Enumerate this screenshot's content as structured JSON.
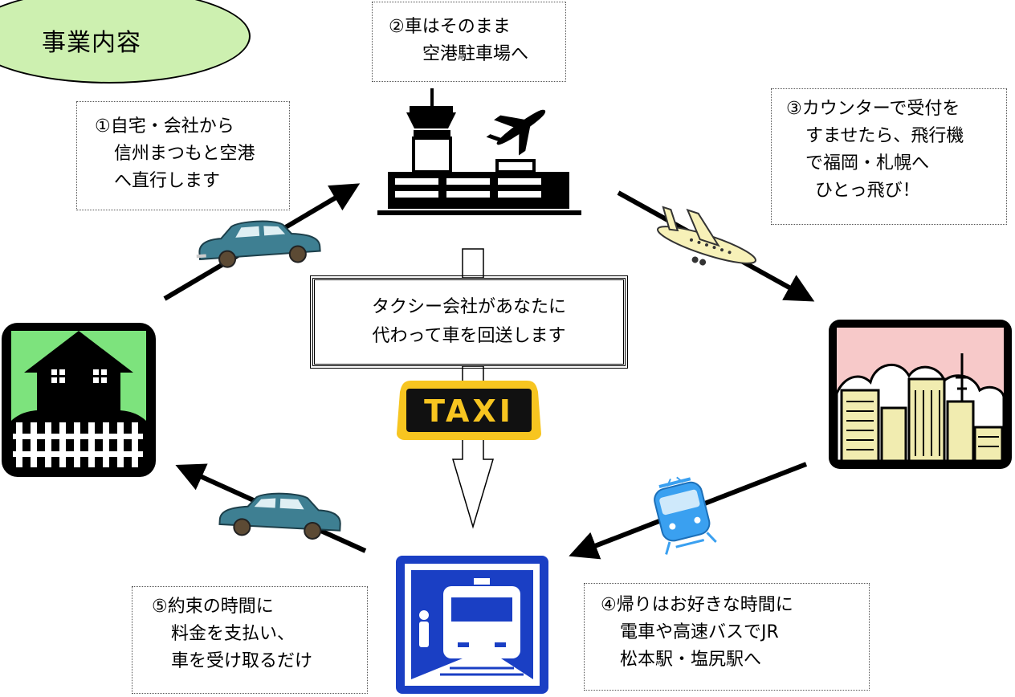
{
  "title": "事業内容",
  "steps": {
    "s1": [
      "①自宅・会社から",
      "信州まつもと空港",
      "へ直行します"
    ],
    "s2": [
      "②車はそのまま",
      "空港駐車場へ"
    ],
    "s3": [
      "③カウンターで受付を",
      "すませたら、飛行機",
      "で福岡・札幌へ",
      "ひとっ飛び！"
    ],
    "s4": [
      "④帰りはお好きな時間に",
      "電車や高速バスでJR",
      "松本駅・塩尻駅へ"
    ],
    "s5": [
      "⑤約束の時間に",
      "料金を支払い、",
      "車を受け取るだけ"
    ]
  },
  "center": [
    "タクシー会社があなたに",
    "代わって車を回送します"
  ],
  "taxi_sign": "TAXI",
  "colors": {
    "title_fill": "#cdf0b0",
    "taxi_yellow": "#f7c520",
    "station_blue": "#1a3fc4",
    "house_green": "#7de37d",
    "city_pink": "#f7c9c9",
    "car_teal": "#3e7f92",
    "train_blue": "#3aa0f0"
  },
  "icons": [
    "airport-icon",
    "airplane-icon",
    "house-icon",
    "city-icon",
    "station-icon",
    "car-icon",
    "train-icon",
    "taxi-sign-icon"
  ]
}
